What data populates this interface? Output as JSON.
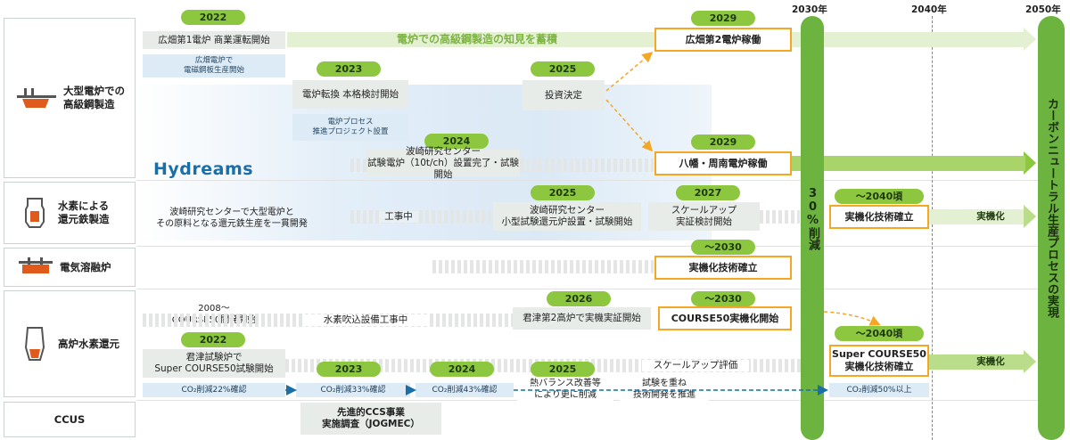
{
  "years": {
    "y2030": "2030年",
    "y2040": "2040年",
    "y2050": "2050年"
  },
  "categories": {
    "eaf": "大型電炉での\n高級鋼製造",
    "h2": "水素による\n還元鉄製造",
    "melt": "電気溶融炉",
    "bf": "高炉水素還元",
    "ccus": "CCUS"
  },
  "brand": {
    "hydreams": "Hydreams"
  },
  "eaf_row": {
    "y2022": "2022",
    "hirohata_start": "広畑第1電炉 商業運転開始",
    "band_text": "電炉での高級鋼製造の知見を蓄積",
    "hirohata_note": "広畑電炉で\n電磁鋼板生産開始",
    "y2023": "2023",
    "conversion": "電炉転換 本格検討開始",
    "process_note": "電炉プロセス\n推進プロジェクト設置",
    "y2025": "2025",
    "investment": "投資決定",
    "y2029a": "2029",
    "hirohata2": "広畑第2電炉稼働",
    "y2029b": "2029",
    "yawata": "八幡・周南電炉稼働",
    "y2024": "2024",
    "hasaki_eaf": "波崎研究センター\n試験電炉（10t/ch）設置完了・試験開始"
  },
  "h2_row": {
    "hasaki_desc": "波崎研究センターで大型電炉と\nその原料となる還元鉄生産を一貫開発",
    "construction": "工事中",
    "y2025": "2025",
    "hasaki_small": "波崎研究センター\n小型試験還元炉設置・試験開始",
    "y2027": "2027",
    "scaleup": "スケールアップ\n実証検討開始",
    "y2040": "～2040頃",
    "practical": "実機化技術確立",
    "arrow_label": "実機化"
  },
  "melt_row": {
    "y2030": "～2030",
    "practical": "実機化技術確立"
  },
  "bf_row": {
    "y2008": "2008～\nCOURSE50開発開始",
    "h2_construction": "水素吹込設備工事中",
    "y2026": "2026",
    "kimitsu2": "君津第2高炉で実機実証開始",
    "y2030": "～2030",
    "course50": "COURSE50実機化開始",
    "y2022": "2022",
    "kimitsu_test": "君津試験炉で\nSuper COURSE50試験開始",
    "y2023": "2023",
    "y2024": "2024",
    "y2025": "2025",
    "scale_eval": "スケールアップ評価",
    "heat_balance": "熱バランス改善等\nにより更に削減",
    "test_repeat": "試験を重ね\n技術開発を推進",
    "y2040": "～2040頃",
    "super_practical": "Super COURSE50\n実機化技術確立",
    "arrow_label": "実機化",
    "co2_22": "CO₂削減22%確認",
    "co2_33": "CO₂削減33%確認",
    "co2_43": "CO₂削減43%確認",
    "co2_50": "CO₂削減50%以上"
  },
  "ccus_row": {
    "ccs": "先進的CCS事業\n実施調査（JOGMEC）"
  },
  "milestone_2030": "30%削減",
  "goal_2050": "カーボンニュートラル生産プロセスの実現",
  "colors": {
    "green": "#8dc63f",
    "orange": "#f5a623",
    "pillar": "#6db33f",
    "blue": "#1a6fa6"
  }
}
